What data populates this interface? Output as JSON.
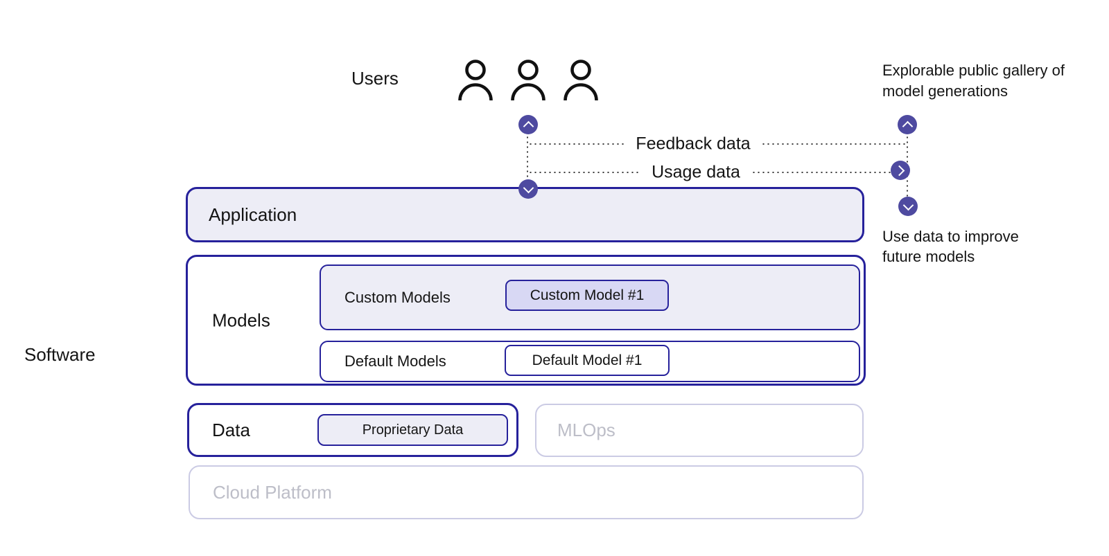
{
  "colors": {
    "navy_border": "#26219b",
    "lavender_fill": "#ededf6",
    "custom_chip_fill": "#d8d8f4",
    "node_purple": "#4e4aa0",
    "muted_border": "#cbcbe4",
    "muted_text": "#bdbec8",
    "text": "#141414"
  },
  "icons": {
    "user": "user-icon",
    "chevron_up": "chevron-up-icon",
    "chevron_right": "chevron-right-icon",
    "chevron_down": "chevron-down-icon"
  },
  "top": {
    "users_label": "Users"
  },
  "flows": {
    "feedback_label": "Feedback data",
    "usage_label": "Usage data"
  },
  "annotations": {
    "software_label": "Software",
    "gallery_line1": "Explorable public gallery of",
    "gallery_line2": "model generations",
    "improve_line1": "Use data to improve",
    "improve_line2": "future models"
  },
  "stack": {
    "application": "Application",
    "models": {
      "label": "Models",
      "custom_group": "Custom Models",
      "custom_chip": "Custom Model #1",
      "default_group": "Default Models",
      "default_chip": "Default Model #1"
    },
    "data": {
      "label": "Data",
      "chip": "Proprietary Data"
    },
    "mlops": "MLOps",
    "cloud": "Cloud Platform"
  }
}
